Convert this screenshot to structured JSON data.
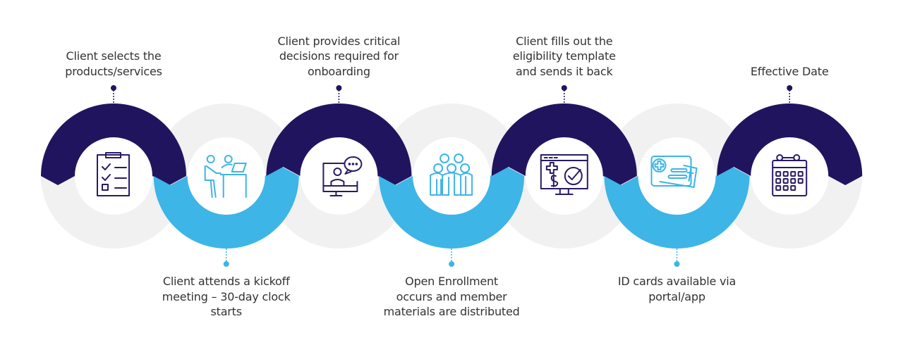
{
  "colors": {
    "navy": "#21145f",
    "blue": "#3db5e6",
    "grey": "#f1f1f1",
    "icon_navy": "#2a1a66",
    "icon_blue": "#3db5e6",
    "text": "#333333"
  },
  "steps": [
    {
      "position": "top",
      "color": "navy",
      "icon": "clipboard-checklist-icon",
      "lines": [
        "Client selects the",
        "products/services"
      ]
    },
    {
      "position": "bottom",
      "color": "blue",
      "icon": "meeting-desk-icon",
      "lines": [
        "Client attends a kickoff",
        "meeting – 30-day clock",
        "starts"
      ]
    },
    {
      "position": "top",
      "color": "navy",
      "icon": "video-call-monitor-icon",
      "lines": [
        "Client provides critical",
        "decisions required for",
        "onboarding"
      ]
    },
    {
      "position": "bottom",
      "color": "blue",
      "icon": "group-people-icon",
      "lines": [
        "Open Enrollment",
        "occurs and member",
        "materials are distributed"
      ]
    },
    {
      "position": "top",
      "color": "navy",
      "icon": "eligibility-monitor-icon",
      "lines": [
        "Client fills out the",
        "eligibility template",
        "and sends it back"
      ]
    },
    {
      "position": "bottom",
      "color": "blue",
      "icon": "id-cards-icon",
      "lines": [
        "ID cards available via",
        "portal/app"
      ]
    },
    {
      "position": "top",
      "color": "navy",
      "icon": "calendar-icon",
      "lines": [
        "Effective Date"
      ]
    }
  ]
}
